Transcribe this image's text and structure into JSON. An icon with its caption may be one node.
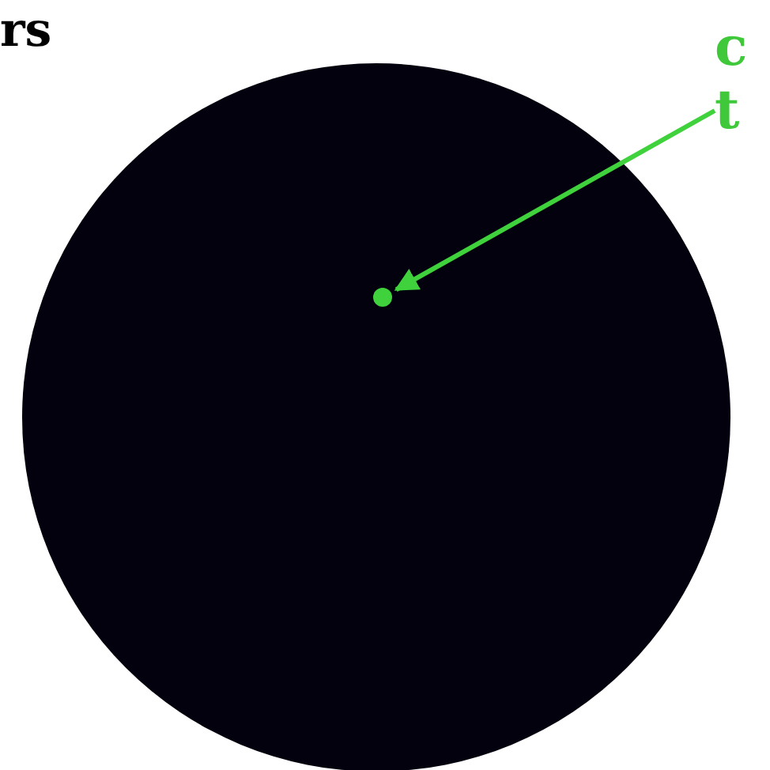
{
  "diagram": {
    "nodes": [
      {
        "text": [],
        "shape": "circle"
      },
      {
        "text": [],
        "shape": "circle",
        "in": 0
      },
      {
        "text": [
          "c t"
        ]
      }
    ],
    "edges": [
      {
        "from": 2,
        "to": 1,
        "arrow": "to"
      }
    ],
    "labels": [
      "rs"
    ]
  }
}
